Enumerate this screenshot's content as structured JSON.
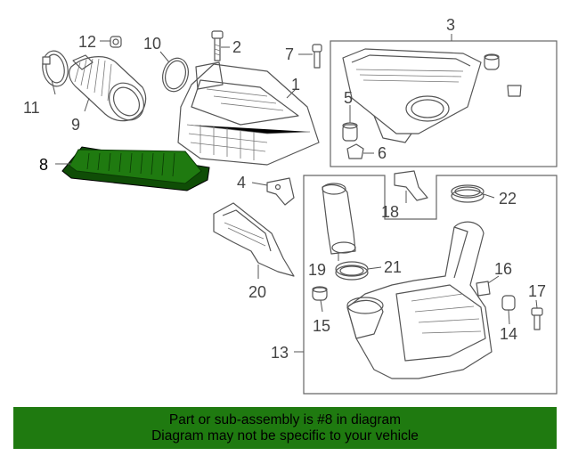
{
  "colors": {
    "highlight": "#1f7a10",
    "highlight_dark": "#0f4d06",
    "banner_bg": "#1f7a10",
    "line": "#555555",
    "label": "#444444"
  },
  "callouts": {
    "c1": "1",
    "c2": "2",
    "c3": "3",
    "c4": "4",
    "c5": "5",
    "c6": "6",
    "c7": "7",
    "c8": "8",
    "c9": "9",
    "c10": "10",
    "c11": "11",
    "c12": "12",
    "c13": "13",
    "c14": "14",
    "c15": "15",
    "c16": "16",
    "c17": "17",
    "c18": "18",
    "c19": "19",
    "c20": "20",
    "c21": "21",
    "c22": "22"
  },
  "banner": {
    "line1": "Part or sub-assembly is #8 in diagram",
    "line2": "Diagram may not be specific to your vehicle"
  }
}
